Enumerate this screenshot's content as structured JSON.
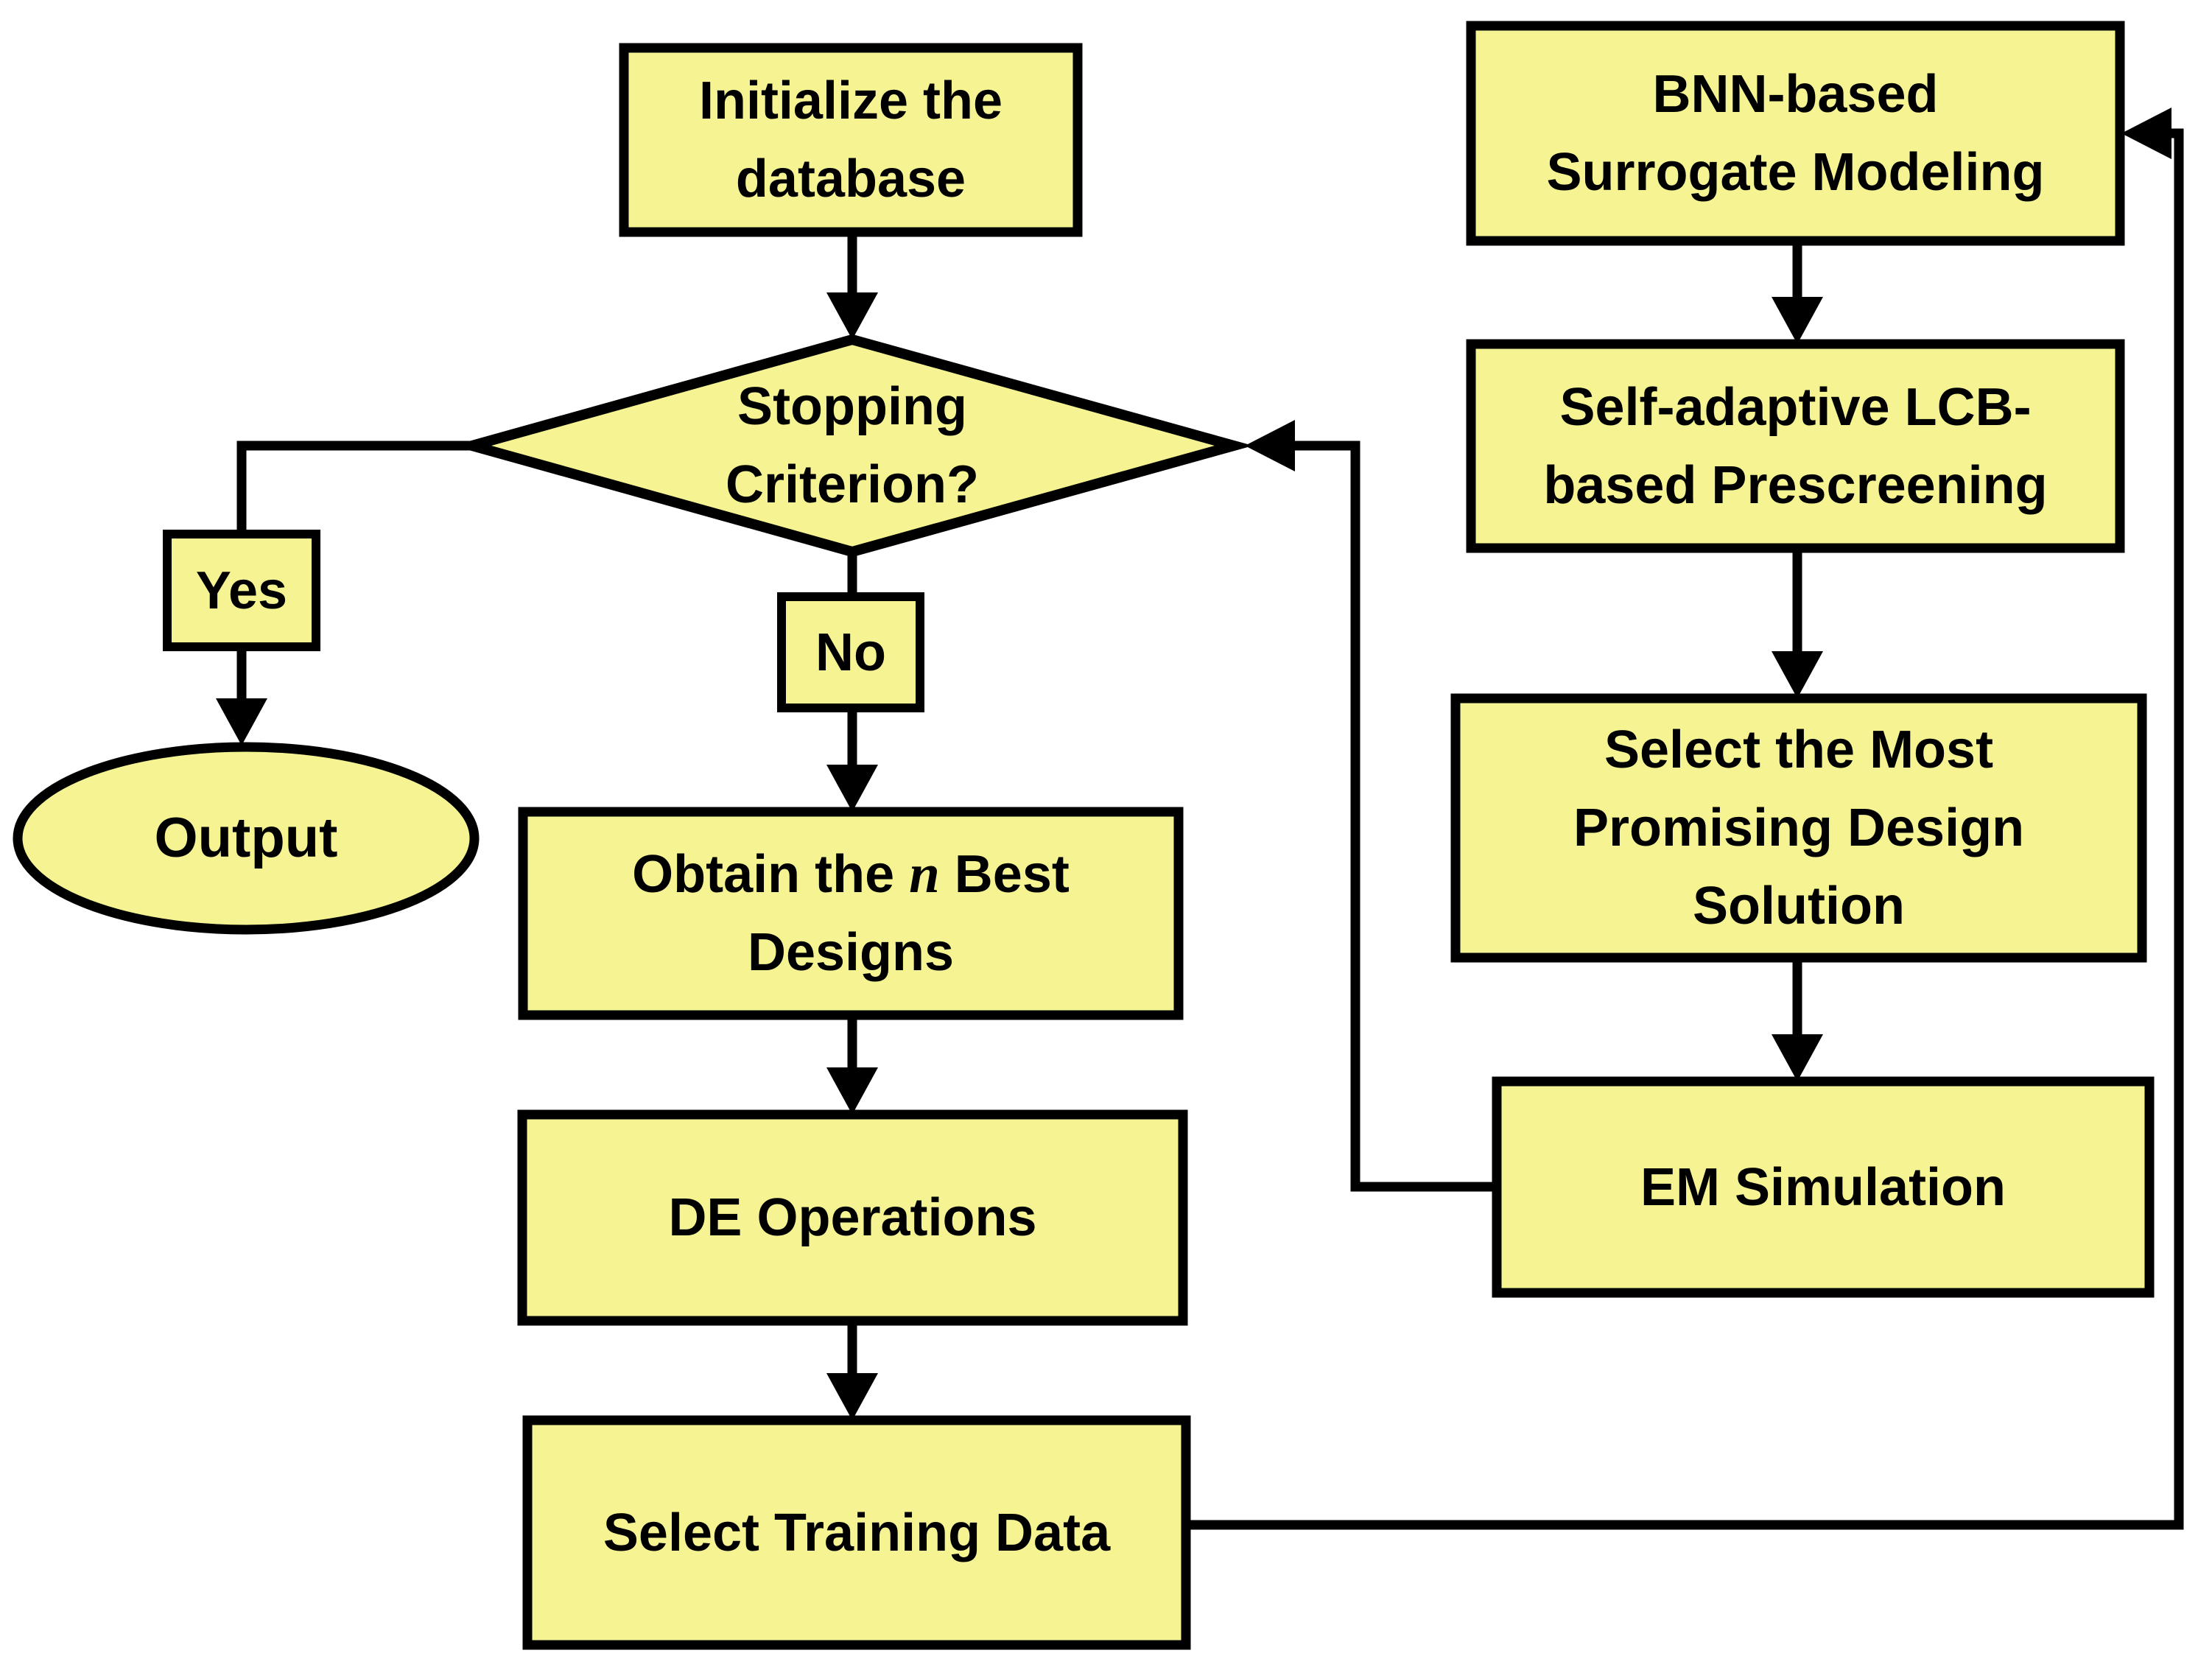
{
  "colors": {
    "node_fill": "#F6F492",
    "node_border": "#000000",
    "connector": "#000000",
    "background": "#FFFFFF",
    "text": "#000000"
  },
  "nodes": {
    "initialize": {
      "lines": [
        "Initialize the",
        "database"
      ]
    },
    "stopping_criterion": {
      "lines": [
        "Stopping",
        "Criterion?"
      ]
    },
    "yes_label": {
      "label": "Yes"
    },
    "no_label": {
      "label": "No"
    },
    "output": {
      "label": "Output"
    },
    "obtain_best": {
      "line1_pre": "Obtain the ",
      "line1_math": "n",
      "line1_post": " Best",
      "line2": "Designs"
    },
    "de_operations": {
      "label": "DE Operations"
    },
    "select_training": {
      "label": "Select Training Data"
    },
    "bnn_surrogate": {
      "lines": [
        "BNN-based",
        "Surrogate Modeling"
      ]
    },
    "lcb_prescreening": {
      "lines": [
        "Self-adaptive LCB-",
        "based Prescreening"
      ]
    },
    "select_promising": {
      "lines": [
        "Select the Most",
        "Promising Design",
        "Solution"
      ]
    },
    "em_simulation": {
      "label": "EM Simulation"
    }
  }
}
